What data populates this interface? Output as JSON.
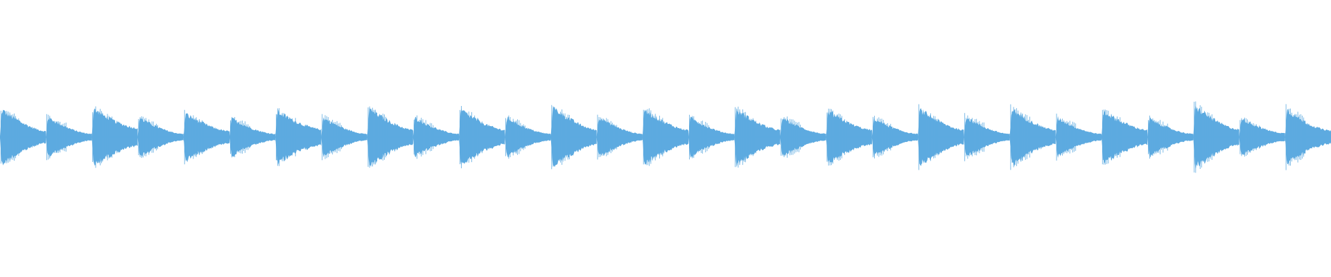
{
  "waveform": {
    "color": "#5DAAE0",
    "background": "#FFFFFF",
    "hits": [
      {
        "peak": 0.84,
        "decay": 0.62,
        "tail": 0.18
      },
      {
        "peak": 0.62,
        "decay": 0.55,
        "tail": 0.1
      },
      {
        "peak": 0.86,
        "decay": 0.6,
        "tail": 0.28
      },
      {
        "peak": 0.6,
        "decay": 0.55,
        "tail": 0.1
      },
      {
        "peak": 0.72,
        "decay": 0.6,
        "tail": 0.18
      },
      {
        "peak": 0.58,
        "decay": 0.55,
        "tail": 0.1
      },
      {
        "peak": 0.8,
        "decay": 0.6,
        "tail": 0.24
      },
      {
        "peak": 0.6,
        "decay": 0.55,
        "tail": 0.1
      },
      {
        "peak": 0.88,
        "decay": 0.62,
        "tail": 0.22
      },
      {
        "peak": 0.6,
        "decay": 0.55,
        "tail": 0.1
      },
      {
        "peak": 0.84,
        "decay": 0.6,
        "tail": 0.22
      },
      {
        "peak": 0.6,
        "decay": 0.55,
        "tail": 0.1
      },
      {
        "peak": 0.92,
        "decay": 0.62,
        "tail": 0.22
      },
      {
        "peak": 0.62,
        "decay": 0.55,
        "tail": 0.1
      },
      {
        "peak": 0.84,
        "decay": 0.6,
        "tail": 0.22
      },
      {
        "peak": 0.6,
        "decay": 0.55,
        "tail": 0.1
      },
      {
        "peak": 0.84,
        "decay": 0.6,
        "tail": 0.22
      },
      {
        "peak": 0.6,
        "decay": 0.55,
        "tail": 0.1
      },
      {
        "peak": 0.8,
        "decay": 0.6,
        "tail": 0.22
      },
      {
        "peak": 0.58,
        "decay": 0.55,
        "tail": 0.1
      },
      {
        "peak": 0.86,
        "decay": 0.6,
        "tail": 0.22
      },
      {
        "peak": 0.62,
        "decay": 0.55,
        "tail": 0.1
      },
      {
        "peak": 0.86,
        "decay": 0.6,
        "tail": 0.22
      },
      {
        "peak": 0.6,
        "decay": 0.55,
        "tail": 0.1
      },
      {
        "peak": 0.8,
        "decay": 0.6,
        "tail": 0.22
      },
      {
        "peak": 0.58,
        "decay": 0.55,
        "tail": 0.1
      },
      {
        "peak": 0.95,
        "decay": 0.58,
        "tail": 0.24
      },
      {
        "peak": 0.58,
        "decay": 0.55,
        "tail": 0.12
      },
      {
        "peak": 0.85,
        "decay": 0.55,
        "tail": 0.2
      }
    ]
  }
}
